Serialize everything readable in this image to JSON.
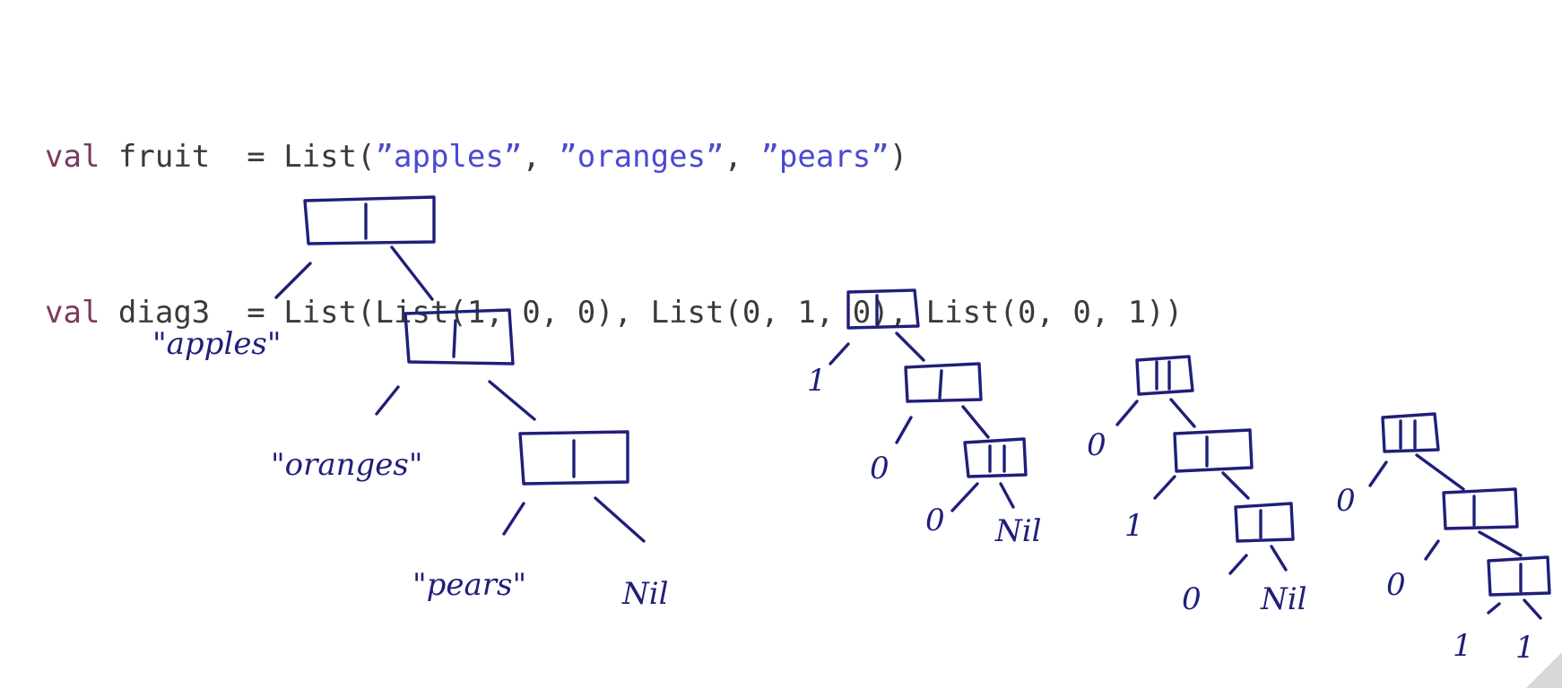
{
  "code": {
    "line1": {
      "keyword": "val",
      "name": "fruit",
      "eq": "=",
      "call_open": "List(",
      "s1": "”apples”",
      "sep1": ", ",
      "s2": "”oranges”",
      "sep2": ", ",
      "s3": "”pears”",
      "call_close": ")"
    },
    "line2": {
      "keyword": "val",
      "name": "diag3",
      "eq": "=",
      "expr": "List(List(1, 0, 0), List(0, 1, 0), List(0, 0, 1))"
    }
  },
  "diagram": {
    "fruit_tree": {
      "leaves": [
        "\"apples\"",
        "\"oranges\"",
        "\"pears\"",
        "Nil"
      ]
    },
    "diag_trees": [
      {
        "leaves": [
          "1",
          "0",
          "0",
          "Nil"
        ]
      },
      {
        "leaves": [
          "0",
          "1",
          "0",
          "Nil"
        ]
      },
      {
        "leaves": [
          "0",
          "0",
          "1",
          "1"
        ]
      }
    ]
  },
  "colors": {
    "keyword": "#7a3a5e",
    "string": "#4a4ad0",
    "ink": "#1f1f7a",
    "code_text": "#3a3a3a"
  }
}
